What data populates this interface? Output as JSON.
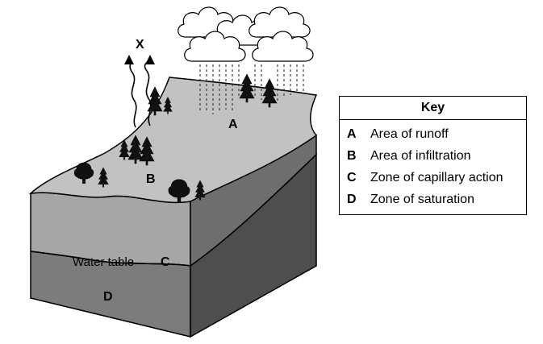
{
  "labels": {
    "x": "X",
    "a": "A",
    "b": "B",
    "c": "C",
    "d": "D",
    "water_table": "Water table"
  },
  "key": {
    "title": "Key",
    "items": [
      {
        "letter": "A",
        "text": "Area of runoff"
      },
      {
        "letter": "B",
        "text": "Area of infiltration"
      },
      {
        "letter": "C",
        "text": "Zone of capillary action"
      },
      {
        "letter": "D",
        "text": "Zone of saturation"
      }
    ]
  },
  "colors": {
    "top_surface": "#c2c2c2",
    "front_upper": "#a6a6a6",
    "front_lower": "#7c7c7c",
    "side_upper": "#6e6e6e",
    "side_lower": "#4e4e4e",
    "outline": "#000000"
  }
}
